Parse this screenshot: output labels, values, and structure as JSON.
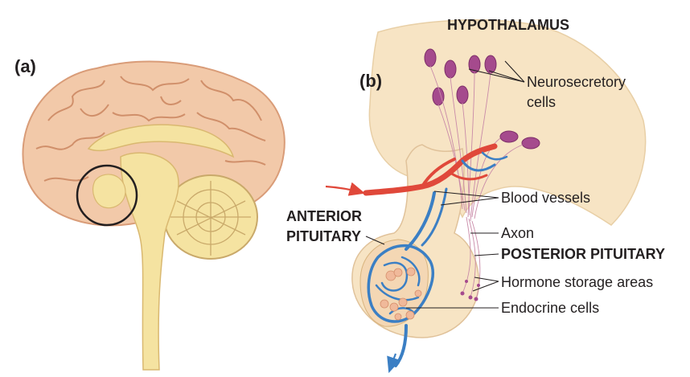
{
  "panels": {
    "a": "(a)",
    "b": "(b)"
  },
  "labels": {
    "hypothalamus": "HYPOTHALAMUS",
    "neurosecretory_line1": "Neurosecretory",
    "neurosecretory_line2": "cells",
    "blood_vessels": "Blood vessels",
    "anterior_line1": "ANTERIOR",
    "anterior_line2": "PITUITARY",
    "axon": "Axon",
    "posterior": "POSTERIOR PITUITARY",
    "hormone_storage": "Hormone storage areas",
    "endocrine": "Endocrine cells"
  },
  "colors": {
    "brain": "#f2c9a9",
    "brain_fold": "#d99c78",
    "brainstem": "#f5e3a1",
    "tissue": "#f7e4c4",
    "blood_red": "#e0483a",
    "blood_blue": "#3b7fc4",
    "cell_purple": "#a54a8d",
    "endocrine": "#f0b99a"
  }
}
